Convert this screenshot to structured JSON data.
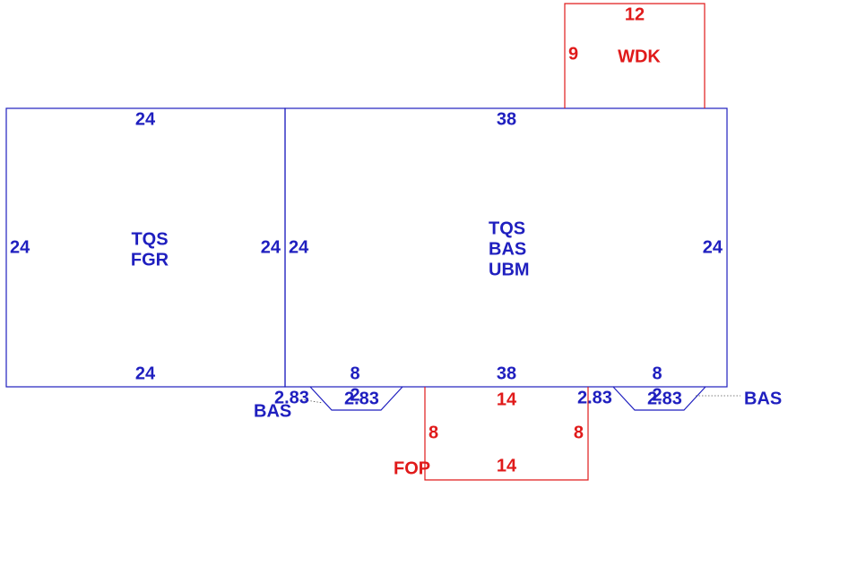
{
  "colors": {
    "living_area": "#1f1fbf",
    "exterior_feature": "#e01a1a"
  },
  "garage": {
    "codes": [
      "TQS",
      "FGR"
    ],
    "dims": {
      "top": "24",
      "bottom": "24",
      "left": "24",
      "right": "24"
    }
  },
  "main": {
    "codes": [
      "TQS",
      "BAS",
      "UBM"
    ],
    "dims": {
      "top": "38",
      "bottom": "38",
      "left": "24",
      "right": "24"
    }
  },
  "deck": {
    "code": "WDK",
    "dims": {
      "top": "12",
      "left": "9"
    }
  },
  "porch": {
    "code": "FOP",
    "dims": {
      "top": "14",
      "bottom": "14",
      "left": "8",
      "right": "8"
    }
  },
  "bay_left": {
    "code": "BAS",
    "dims": {
      "top": "8",
      "side_left": "2.83",
      "side_right": "2.83",
      "depth": "2"
    }
  },
  "bay_right": {
    "code": "BAS",
    "dims": {
      "top": "8",
      "side_left": "2.83",
      "side_right": "2.83",
      "depth": "2"
    }
  }
}
